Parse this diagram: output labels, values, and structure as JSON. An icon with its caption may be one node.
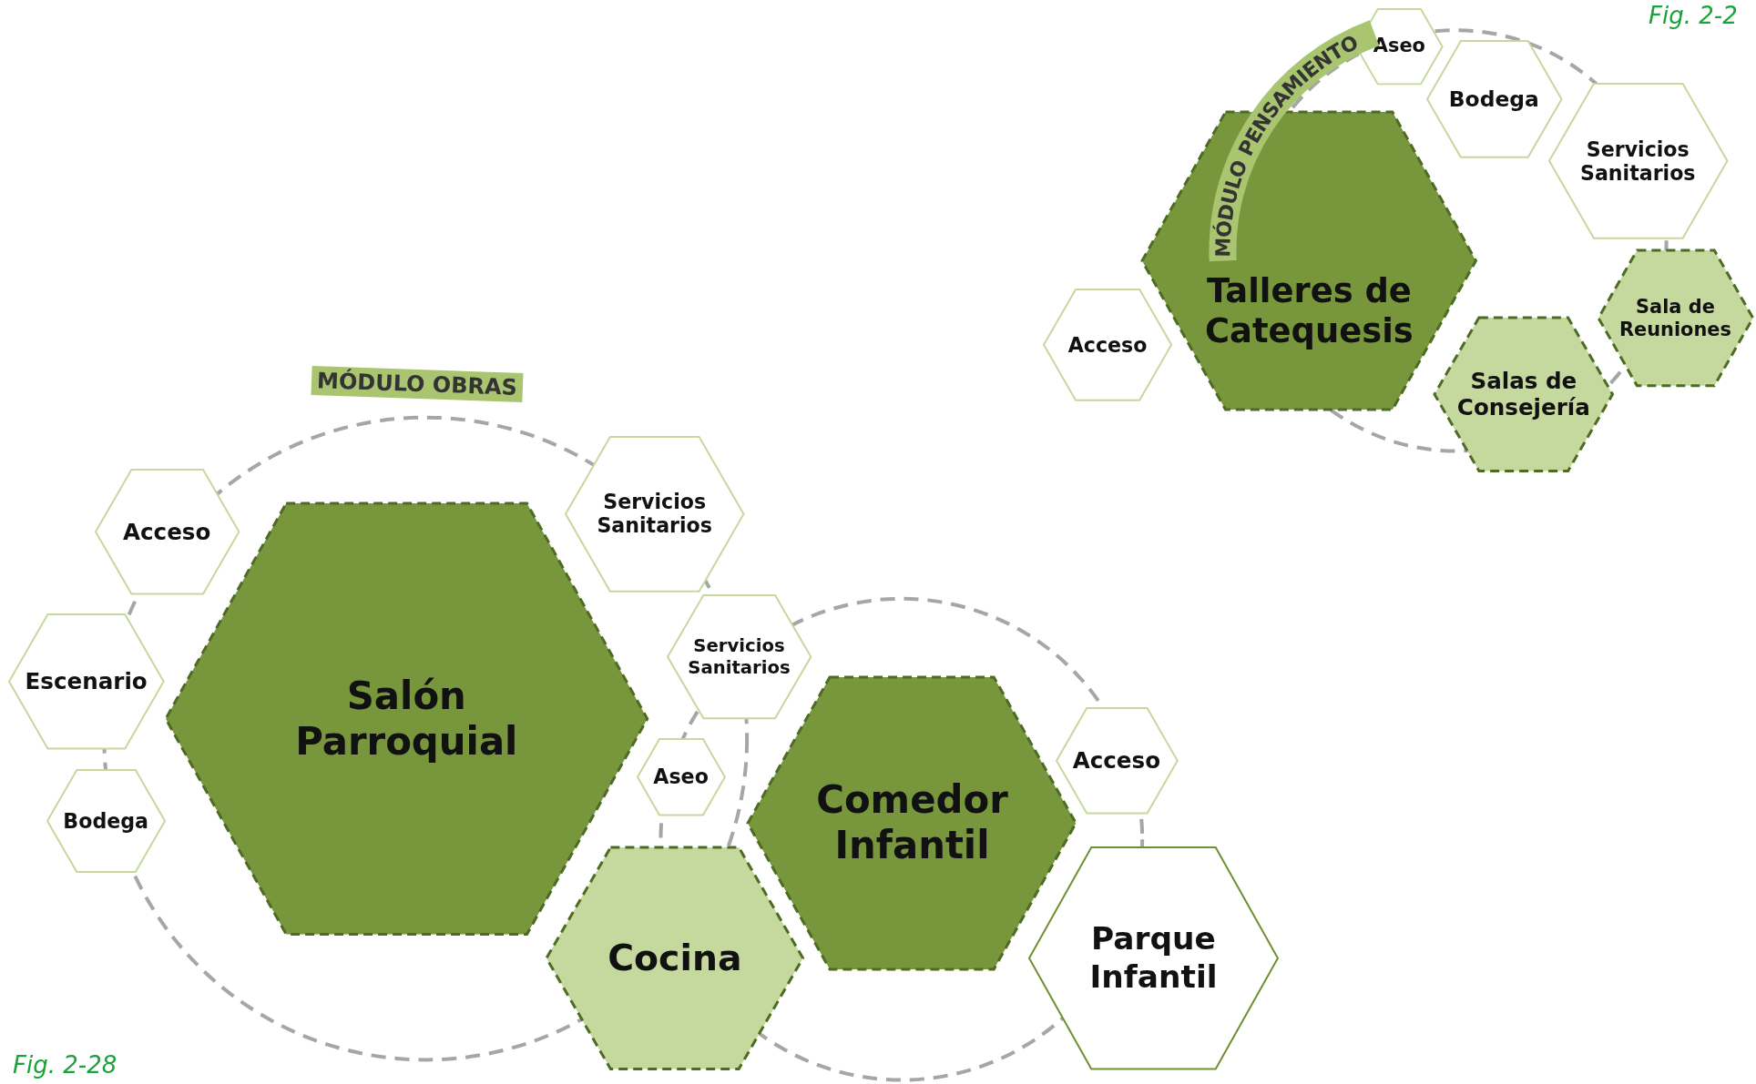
{
  "diagram": {
    "nodes": [
      {
        "text": [
          "Salón Parroquial"
        ]
      },
      {
        "text": [
          "Acceso"
        ]
      },
      {
        "text": [
          "Escenario"
        ]
      },
      {
        "text": [
          "Bodega"
        ]
      },
      {
        "text": [
          "Servicios Sanitarios"
        ]
      },
      {
        "text": [
          "Servicios Sanitarios"
        ]
      },
      {
        "text": [
          "Aseo"
        ]
      },
      {
        "text": [
          "Comedor Infantil"
        ]
      },
      {
        "text": [
          "Cocina"
        ]
      },
      {
        "text": [
          "Acceso"
        ]
      },
      {
        "text": [
          "Parque Infantil"
        ]
      },
      {
        "text": [
          "Talleres de Catequesis"
        ]
      },
      {
        "text": [
          "Acceso"
        ]
      },
      {
        "text": [
          "Aseo"
        ]
      },
      {
        "text": [
          "Bodega"
        ]
      },
      {
        "text": [
          "Servicios Sanitarios"
        ]
      },
      {
        "text": [
          "Sala de Reuniones"
        ]
      },
      {
        "text": [
          "Salas de Consejería"
        ]
      }
    ],
    "labels": [
      "Fig. 2-2",
      "MÓDULO PENSAMIENTO",
      "MÓDULO OBRAS",
      "Fig. 2-28"
    ]
  }
}
